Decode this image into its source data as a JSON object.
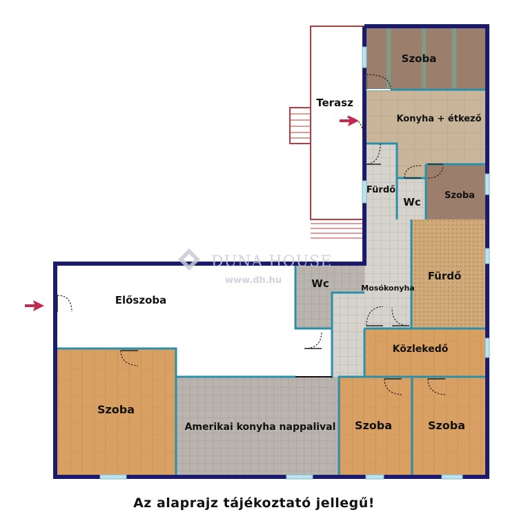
{
  "floorplan": {
    "rooms": {
      "szoba_top": "Szoba",
      "terasz": "Terasz",
      "konyha": "Konyha + étkező",
      "furdo_small": "Fürdő",
      "wc_top": "Wc",
      "szoba_small": "Szoba",
      "wc_mid": "Wc",
      "mosokonyha": "Mosókonyha",
      "furdo_big": "Fürdő",
      "eloszoba": "Előszoba",
      "kozlekedo": "Közlekedő",
      "szoba_left": "Szoba",
      "amerikai": "Amerikai konyha nappalival",
      "szoba_mid": "Szoba",
      "szoba_right": "Szoba"
    },
    "colors": {
      "outer_wall": "#1a1a6e",
      "inner_wall": "#2a8fa8",
      "wood": "#d9a064",
      "tile": "#b9b4ad",
      "tile_light": "#d4d0ca",
      "stone": "#c9b59a",
      "dark_wood": "#9c7e6c",
      "terrace_line": "#b83a3a",
      "arrow": "#c2294f"
    },
    "icons": [
      "entrance-arrow-icon",
      "door-swing-icon"
    ]
  },
  "watermark": {
    "brand": "DUNA HOUSE",
    "url": "www.dh.hu"
  },
  "disclaimer": "Az alaprajz tájékoztató jellegű!"
}
